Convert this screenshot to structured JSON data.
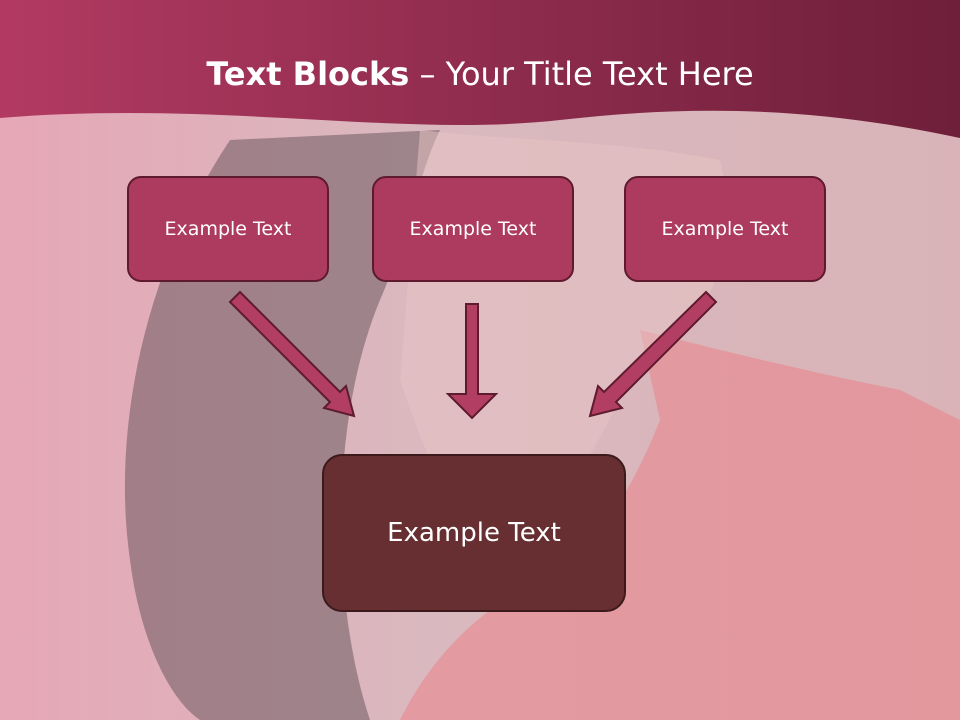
{
  "slide": {
    "title_bold": "Text Blocks",
    "title_dash": " – ",
    "title_rest": "Your Title Text Here"
  },
  "boxes": {
    "top_left": "Example Text",
    "top_center": "Example Text",
    "top_right": "Example Text",
    "bottom": "Example Text"
  },
  "colors": {
    "banner": "#a8355a",
    "box_fill": "#ad3a5f",
    "box_border": "#5e1b2f",
    "bottom_box_fill": "#672f31",
    "arrow_fill": "#b23e64",
    "arrow_stroke": "#5e1b2f"
  }
}
